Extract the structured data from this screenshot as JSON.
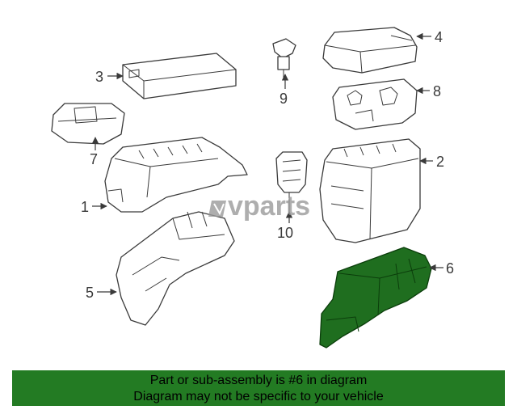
{
  "diagram": {
    "callouts": {
      "c1": "1",
      "c2": "2",
      "c3": "3",
      "c4": "4",
      "c5": "5",
      "c6": "6",
      "c7": "7",
      "c8": "8",
      "c9": "9",
      "c10": "10"
    },
    "highlighted_part": "6",
    "highlight_color": "#1f6e1f"
  },
  "watermark": {
    "text": "vparts"
  },
  "banner": {
    "line1": "Part or sub-assembly is #6 in diagram",
    "line2": "Diagram may not be specific to your vehicle",
    "color": "#237b23"
  }
}
